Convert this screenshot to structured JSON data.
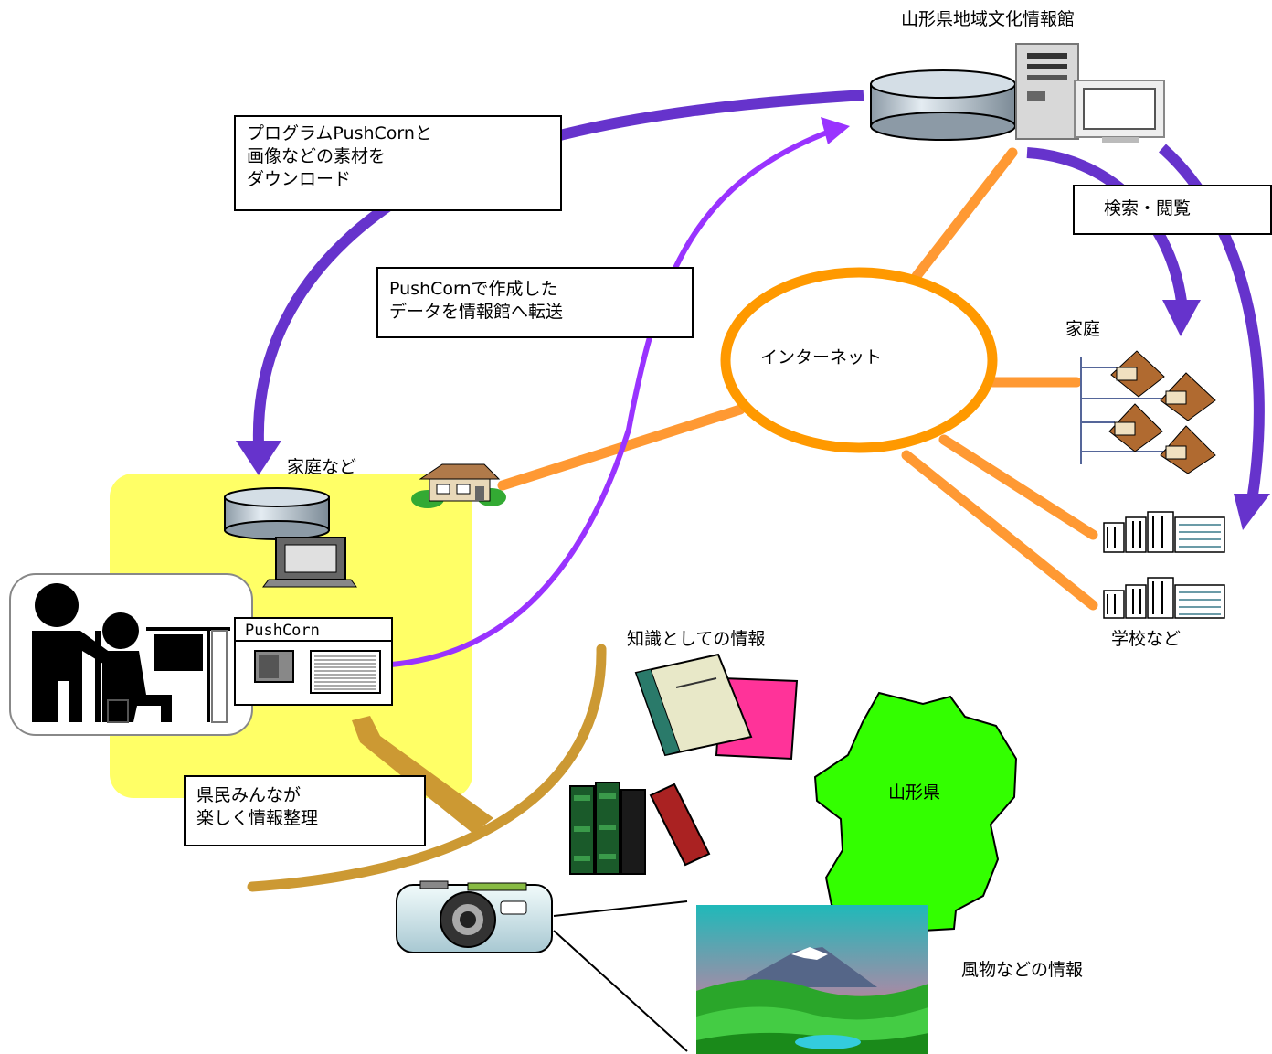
{
  "labels": {
    "center_name": "山形県地域文化情報館",
    "internet": "インターネット",
    "home": "家庭",
    "home_etc": "家庭など",
    "school_etc": "学校など",
    "knowledge_info": "知識としての情報",
    "prefecture": "山形県",
    "scenery_info": "風物などの情報"
  },
  "boxes": {
    "download": [
      "プログラムPushCornと",
      "画像などの素材を",
      "ダウンロード"
    ],
    "transfer": [
      "PushCornで作成した",
      "データを情報館へ転送"
    ],
    "search": "検索・閲覧",
    "citizens": [
      "県民みんなが",
      "楽しく情報整理"
    ]
  },
  "app_window": {
    "title": "PushCorn"
  },
  "colors": {
    "download_arrow": "#6633cc",
    "transfer_arrow": "#9933ff",
    "network_line": "#ff9933",
    "internet_ring": "#ff9900",
    "gather_arrow": "#cc9933",
    "yellow_area": "#ffff66",
    "prefecture_map": "#33ff00"
  }
}
